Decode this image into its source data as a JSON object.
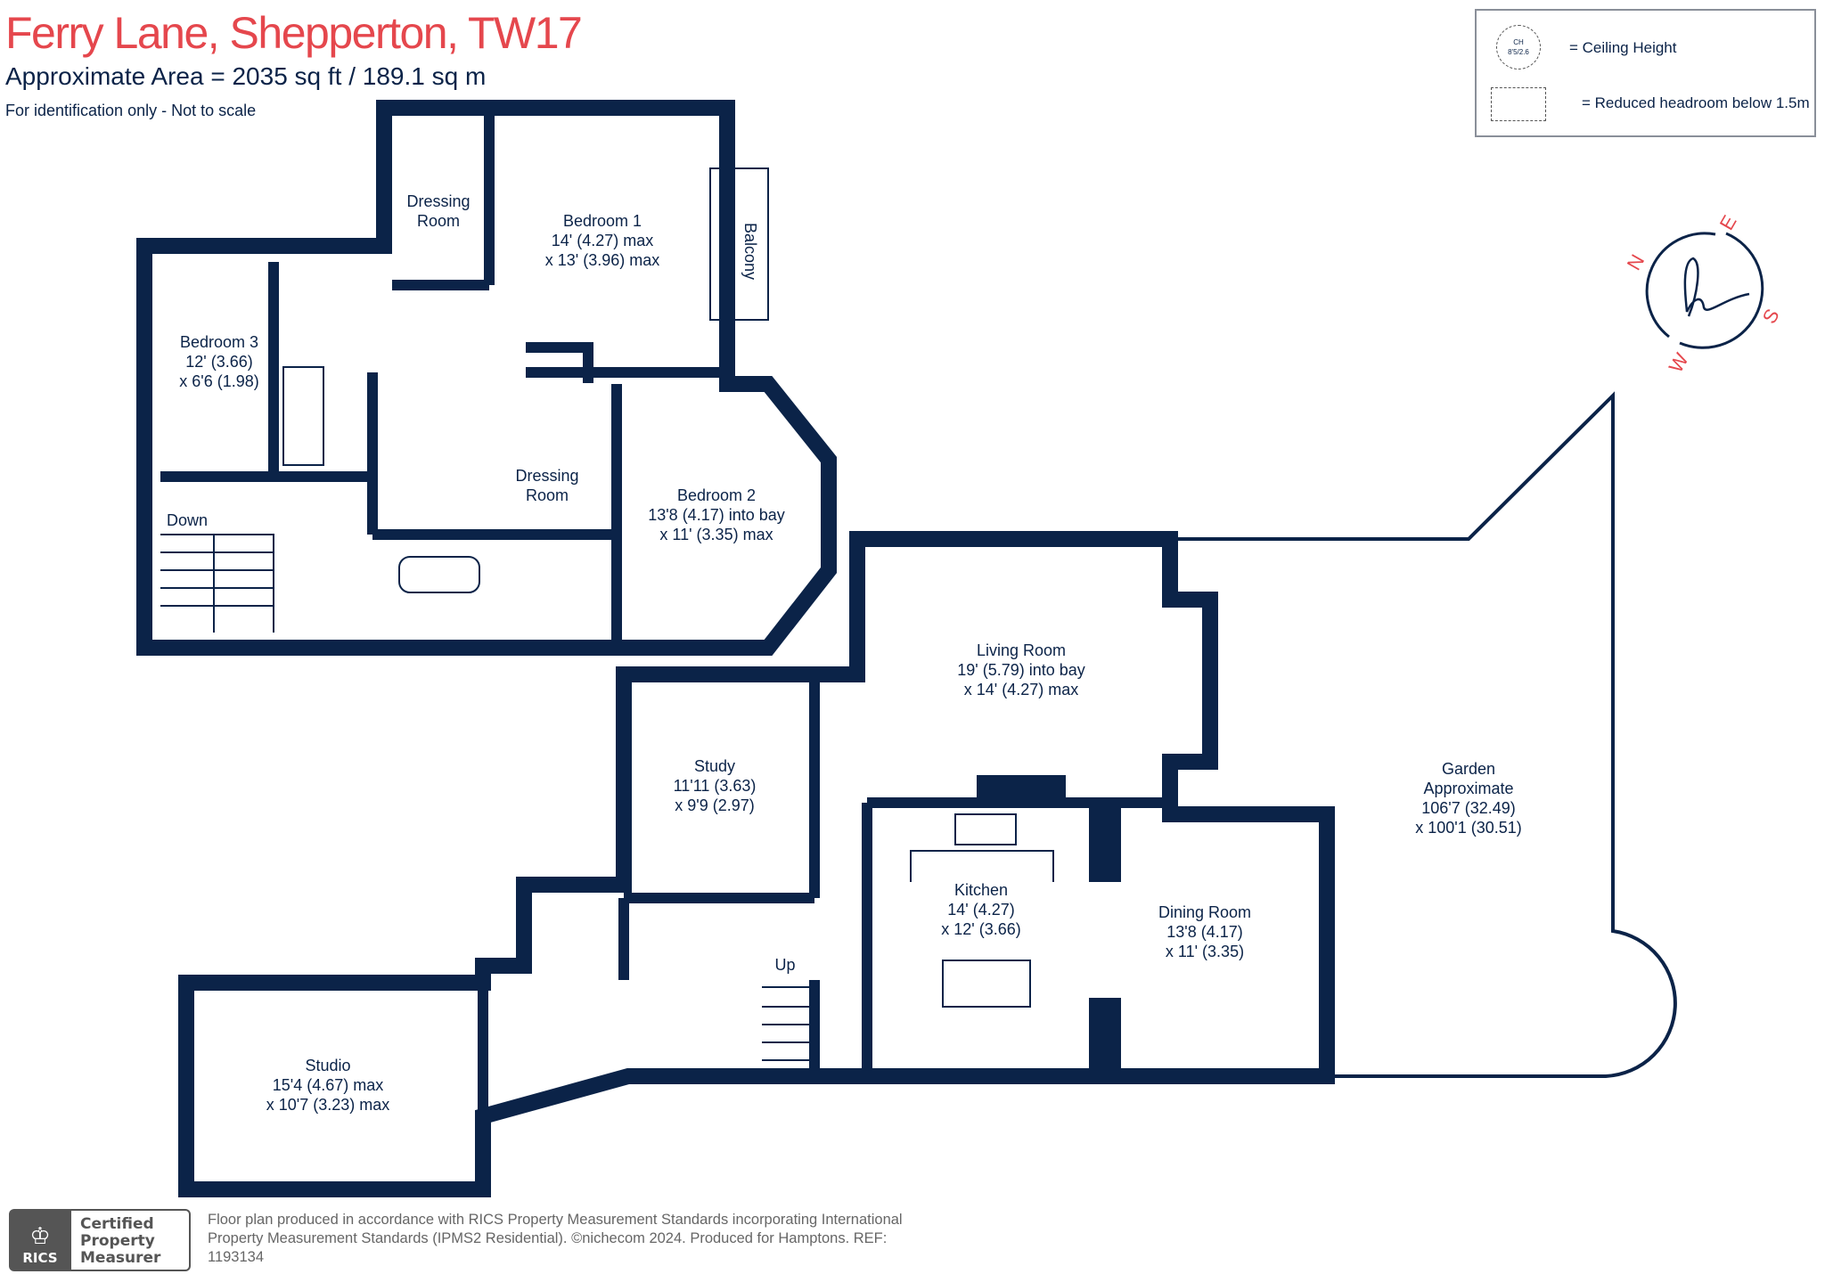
{
  "header": {
    "title": "Ferry Lane, Shepperton, TW17",
    "area": "Approximate Area = 2035 sq ft / 189.1 sq m",
    "note": "For identification only - Not to scale"
  },
  "legend": {
    "ceiling_symbol_line1": "CH",
    "ceiling_symbol_line2": "8'5/2.6",
    "ceiling_label": "= Ceiling Height",
    "headroom_label": "= Reduced headroom below 1.5m"
  },
  "compass": {
    "n": "N",
    "e": "E",
    "s": "S",
    "w": "W"
  },
  "rooms": {
    "dressing_room_1": [
      "Dressing",
      "Room"
    ],
    "bedroom_1": [
      "Bedroom 1",
      "14' (4.27) max",
      "x 13' (3.96) max"
    ],
    "balcony": "Balcony",
    "bedroom_3": [
      "Bedroom 3",
      "12' (3.66)",
      "x 6'6 (1.98)"
    ],
    "dressing_room_2": [
      "Dressing",
      "Room"
    ],
    "bedroom_2": [
      "Bedroom 2",
      "13'8 (4.17) into bay",
      "x 11' (3.35) max"
    ],
    "down": "Down",
    "living_room": [
      "Living Room",
      "19' (5.79) into bay",
      "x 14' (4.27) max"
    ],
    "study": [
      "Study",
      "11'11 (3.63)",
      "x 9'9 (2.97)"
    ],
    "garden": [
      "Garden",
      "Approximate",
      "106'7 (32.49)",
      "x 100'1 (30.51)"
    ],
    "kitchen": [
      "Kitchen",
      "14' (4.27)",
      "x 12' (3.66)"
    ],
    "dining_room": [
      "Dining Room",
      "13'8 (4.17)",
      "x 11' (3.35)"
    ],
    "up": "Up",
    "studio": [
      "Studio",
      "15'4 (4.67) max",
      "x 10'7 (3.23) max"
    ]
  },
  "footer": {
    "rics": "RICS",
    "certified": [
      "Certified",
      "Property",
      "Measurer"
    ],
    "text": "Floor plan produced in accordance with RICS Property Measurement Standards incorporating International Property Measurement Standards (IPMS2 Residential). ©nichecom 2024. Produced for Hamptons. REF: 1193134"
  },
  "colors": {
    "accent": "#e5474d",
    "walls": "#0b2348"
  }
}
